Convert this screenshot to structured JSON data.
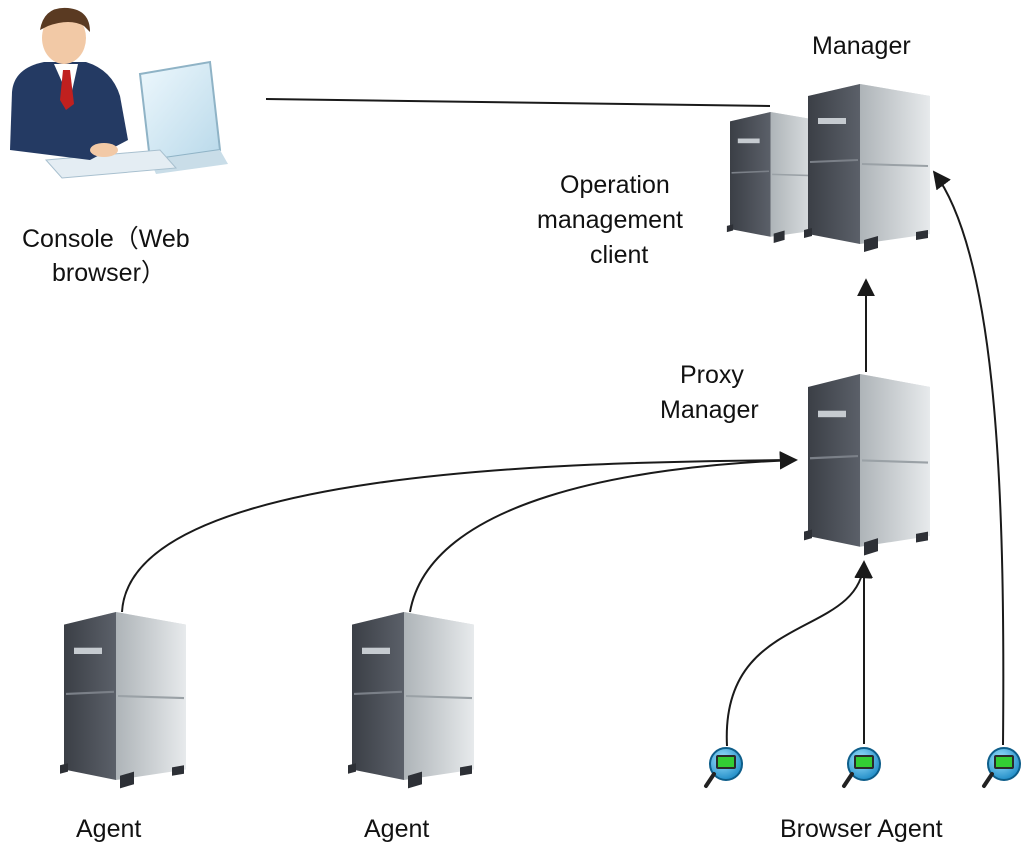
{
  "labels": {
    "console": [
      "Console（Web",
      "browser）"
    ],
    "manager": "Manager",
    "operation_client": [
      "Operation",
      "management",
      "client"
    ],
    "proxy_manager": [
      "Proxy",
      "Manager"
    ],
    "agent_1": "Agent",
    "agent_2": "Agent",
    "browser_agent": "Browser Agent"
  },
  "colors": {
    "line": "#1a1a1a",
    "server_front": "#4a4e57",
    "server_side": "#8f969c",
    "server_top": "#c9ced2",
    "browser_agent_icon": "#1fa3d6",
    "browser_agent_screen": "#33cc33"
  },
  "icons": {
    "console": "person-at-computer-icon",
    "server": "tower-server-icon",
    "browser_agent": "globe-monitor-icon"
  }
}
